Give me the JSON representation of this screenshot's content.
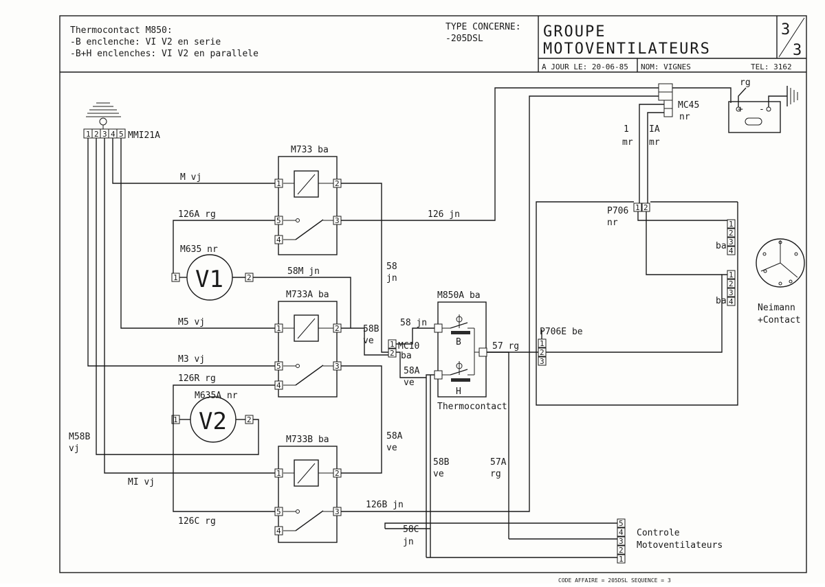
{
  "title_block": {
    "note_line1": "Thermocontact M850:",
    "note_line2": "-B enclenche: VI V2 en serie",
    "note_line3": "-B+H enclenches: VI V2 en parallele",
    "type_label": "TYPE CONCERNE:",
    "type_value": "-205DSL",
    "group_line1": "GROUPE",
    "group_line2": "MOTOVENTILATEURS",
    "sheet_num": "3",
    "sheet_total": "3",
    "date_label": "A JOUR LE: 20-06-85",
    "name_label": "NOM: VIGNES",
    "tel_label": "TEL: 3162"
  },
  "footer": {
    "code": "CODE AFFAIRE = 205DSL SEQUENCE = 3"
  },
  "components": {
    "mm121a": {
      "label": "MMI21A",
      "pins": [
        "1",
        "2",
        "3",
        "4",
        "5"
      ]
    },
    "m733": {
      "label": "M733 ba",
      "pins": [
        "1",
        "2",
        "5",
        "3",
        "4"
      ]
    },
    "m733a": {
      "label": "M733A ba",
      "pins": [
        "1",
        "2",
        "5",
        "3",
        "4"
      ]
    },
    "m733b": {
      "label": "M733B ba",
      "pins": [
        "1",
        "2",
        "5",
        "3",
        "4"
      ]
    },
    "m635": {
      "label": "M635 nr",
      "symbol": "V1",
      "pins": [
        "1",
        "2"
      ]
    },
    "m635a": {
      "label": "M635A nr",
      "symbol": "V2",
      "pins": [
        "1",
        "2"
      ]
    },
    "m850a": {
      "label": "M850A ba",
      "b": "B",
      "h": "H",
      "caption": "Thermocontact"
    },
    "mc10": {
      "label": "MC10",
      "sub": "ba",
      "pins": [
        "1",
        "2"
      ]
    },
    "mc45": {
      "label": "MC45",
      "sub": "nr"
    },
    "battery": {
      "rg": "rg",
      "plus": "+",
      "minus": "-"
    },
    "p706": {
      "label": "P706",
      "sub": "nr",
      "pins": [
        "1",
        "2"
      ]
    },
    "p706e": {
      "label": "P706E be",
      "pins": [
        "1",
        "2",
        "3"
      ]
    },
    "neiman_top": {
      "sub": "ba",
      "pins": [
        "1",
        "2",
        "3",
        "4"
      ]
    },
    "neiman_bot": {
      "sub": "ba",
      "pins": [
        "1",
        "2",
        "3",
        "4"
      ]
    },
    "neiman": {
      "line1": "Neimann",
      "line2": "+Contact"
    },
    "controle": {
      "line1": "Controle",
      "line2": "Motoventilateurs",
      "pins": [
        "1",
        "2",
        "3",
        "4",
        "5"
      ]
    }
  },
  "wires": {
    "m_vj": "M vj",
    "w126a": "126A rg",
    "w126": "126 jn",
    "w58m": "58M jn",
    "w58_1": "58",
    "w58_2": "jn",
    "m5": "M5 vj",
    "m3": "M3 vj",
    "w58b_1": "58B",
    "w58b_2": "ve",
    "w58jn": "58 jn",
    "w58a_1": "58A",
    "w58a_2": "ve",
    "w57": "57 rg",
    "w126r": "126R rg",
    "m58b_1": "M58B",
    "m58b_2": "vj",
    "w58a_b1": "58A",
    "w58a_b2": "ve",
    "mi": "MI vj",
    "w58bve_1": "58B",
    "w58bve_2": "ve",
    "w57a_1": "57A",
    "w57a_2": "rg",
    "w126b": "126B jn",
    "w126c": "126C rg",
    "w58c_1": "58C",
    "w58c_2": "jn",
    "w1_1": "1",
    "w1_2": "mr",
    "w1a_1": "IA",
    "w1a_2": "mr"
  }
}
